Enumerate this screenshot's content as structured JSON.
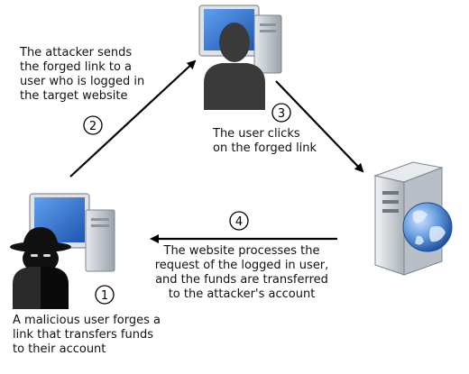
{
  "steps": [
    {
      "number": "1",
      "caption": "A malicious user forges a\nlink that transfers funds\nto their account"
    },
    {
      "number": "2",
      "caption": "The attacker sends\nthe forged link to a\nuser who is logged in\nthe target website"
    },
    {
      "number": "3",
      "caption": "The user clicks\non the forged link"
    },
    {
      "number": "4",
      "caption": "The website processes the\nrequest of the logged in user,\nand the funds are transferred\nto the attacker's account"
    }
  ],
  "colors": {
    "monitor_screen": "#3f7fd6",
    "monitor_frame": "#dfe3e8",
    "tower": "#c7ccd2",
    "user_silhouette": "#3a3a3a",
    "attacker_silhouette": "#111111",
    "globe": "#3b78c4",
    "arrow": "#000000"
  },
  "icons": {
    "attacker": "attacker-computer-icon",
    "user": "user-computer-icon",
    "server": "web-server-icon"
  }
}
